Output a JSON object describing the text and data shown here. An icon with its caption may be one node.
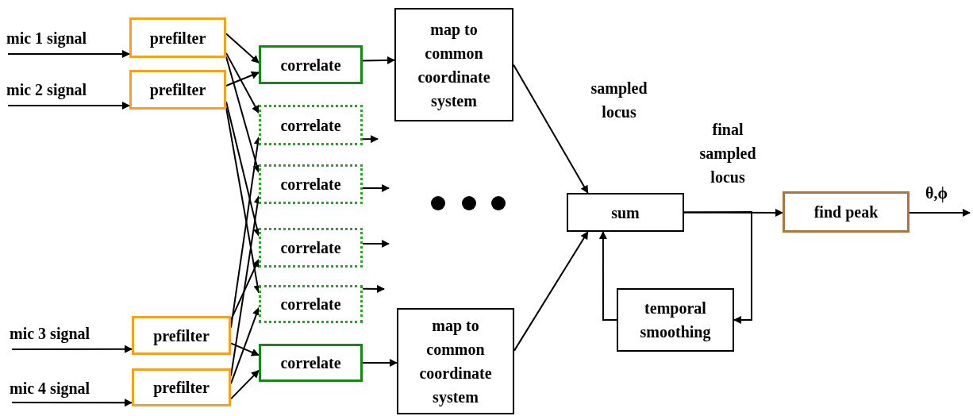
{
  "diagram": {
    "nodes": [
      {
        "text": [
          "prefilter"
        ]
      },
      {
        "text": [
          "prefilter"
        ]
      },
      {
        "text": [
          "prefilter"
        ]
      },
      {
        "text": [
          "prefilter"
        ]
      },
      {
        "text": [
          "correlate"
        ]
      },
      {
        "text": [
          "correlate"
        ]
      },
      {
        "text": [
          "correlate"
        ]
      },
      {
        "text": [
          "correlate"
        ]
      },
      {
        "text": [
          "correlate"
        ]
      },
      {
        "text": [
          "correlate"
        ]
      },
      {
        "text": [
          "map to common coordinate system"
        ]
      },
      {
        "text": [
          "map to common coordinate system"
        ]
      },
      {
        "text": [
          "sum"
        ]
      },
      {
        "text": [
          "temporal smoothing"
        ]
      },
      {
        "text": [
          "find peak"
        ]
      }
    ],
    "edges": [
      {
        "from": null,
        "to": 0,
        "arrow": "to",
        "label": "mic 1 signal"
      },
      {
        "from": null,
        "to": 1,
        "arrow": "to",
        "label": "mic 2 signal"
      },
      {
        "from": null,
        "to": 2,
        "arrow": "to",
        "label": "mic 3 signal"
      },
      {
        "from": null,
        "to": 3,
        "arrow": "to",
        "label": "mic 4 signal"
      },
      {
        "from": 0,
        "to": 4,
        "arrow": "to"
      },
      {
        "from": 1,
        "to": 4,
        "arrow": "to"
      },
      {
        "from": 0,
        "to": 5,
        "arrow": "to"
      },
      {
        "from": 2,
        "to": 5,
        "arrow": "to"
      },
      {
        "from": 0,
        "to": 6,
        "arrow": "to"
      },
      {
        "from": 3,
        "to": 6,
        "arrow": "to"
      },
      {
        "from": 1,
        "to": 7,
        "arrow": "to"
      },
      {
        "from": 2,
        "to": 7,
        "arrow": "to"
      },
      {
        "from": 1,
        "to": 8,
        "arrow": "to"
      },
      {
        "from": 3,
        "to": 8,
        "arrow": "to"
      },
      {
        "from": 2,
        "to": 9,
        "arrow": "to"
      },
      {
        "from": 3,
        "to": 9,
        "arrow": "to"
      },
      {
        "from": 4,
        "to": 10,
        "arrow": "to"
      },
      {
        "from": 5,
        "to": null,
        "arrow": "to"
      },
      {
        "from": 6,
        "to": null,
        "arrow": "to"
      },
      {
        "from": 7,
        "to": null,
        "arrow": "to"
      },
      {
        "from": 8,
        "to": null,
        "arrow": "to"
      },
      {
        "from": 9,
        "to": 11,
        "arrow": "to"
      },
      {
        "from": 10,
        "to": 12,
        "arrow": "to"
      },
      {
        "from": 11,
        "to": 12,
        "arrow": "to"
      },
      {
        "from": 12,
        "to": 14,
        "arrow": "to"
      },
      {
        "from": 12,
        "to": 13,
        "arrow": "to"
      },
      {
        "from": 13,
        "to": 12,
        "arrow": "to"
      },
      {
        "from": 14,
        "to": null,
        "arrow": "to",
        "label": "θ,ϕ"
      }
    ],
    "labels": [
      "sampled locus",
      "final sampled locus"
    ]
  }
}
